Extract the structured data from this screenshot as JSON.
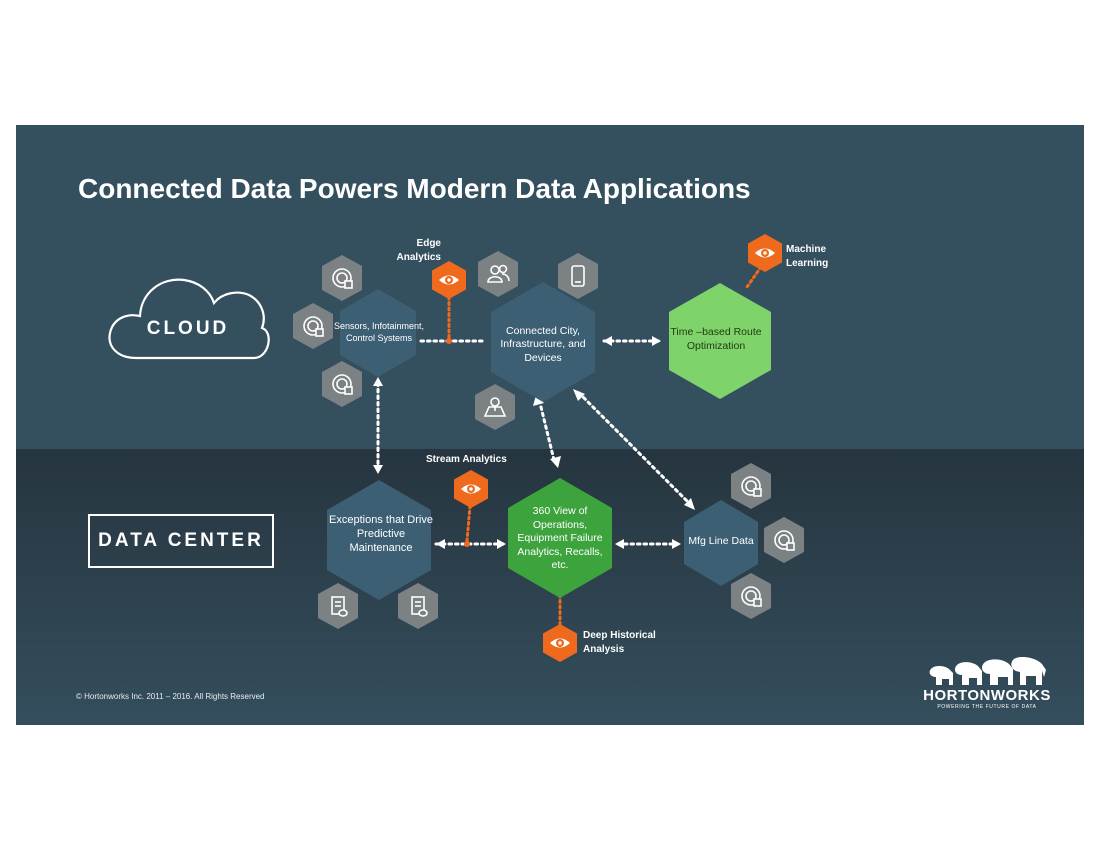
{
  "slide": {
    "title": "Connected Data Powers Modern Data Applications",
    "copyright": "© Hortonworks Inc. 2011 – 2016. All Rights Reserved"
  },
  "zones": {
    "cloud": "CLOUD",
    "data_center": "DATA CENTER"
  },
  "nodes": {
    "sensors": "Sensors, Infotainment, Control Systems",
    "connected_city": "Connected City, Infrastructure, and Devices",
    "route": "Time –based Route Optimization",
    "exceptions": "Exceptions that Drive Predictive Maintenance",
    "view360": "360 View of Operations, Equipment Failure Analytics, Recalls, etc.",
    "mfg": "Mfg Line Data"
  },
  "analytics": {
    "edge": "Edge Analytics",
    "machine_learning": "Machine Learning",
    "stream": "Stream Analytics",
    "deep": "Deep Historical Analysis"
  },
  "logo": {
    "name": "HORTONWORKS",
    "tagline": "POWERING THE FUTURE OF DATA"
  },
  "colors": {
    "cloud_bg": "#344f5e",
    "datacenter_bg_top": "#26353f",
    "datacenter_bg_bottom": "#344e5d",
    "node_blue": "#3d5f73",
    "node_green": "#3da33d",
    "node_light_green": "#7ed36b",
    "device_grey": "#7c8184",
    "analytics_orange": "#f06a1d",
    "connector_white": "#ffffff",
    "connector_orange": "#f06a1d"
  }
}
